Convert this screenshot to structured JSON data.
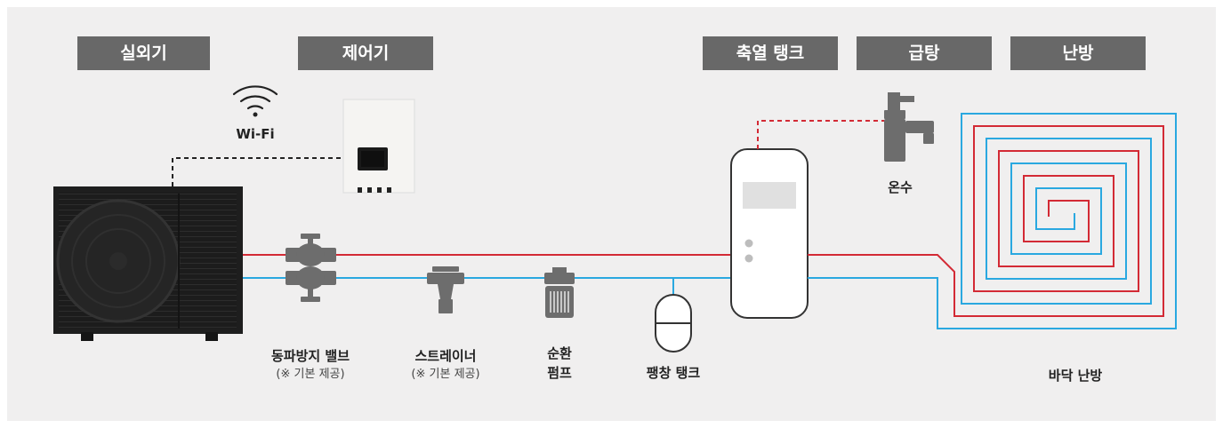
{
  "headers": {
    "outdoor": "실외기",
    "controller": "제어기",
    "storage_tank": "축열 탱크",
    "hot_water_supply": "급탕",
    "heating": "난방"
  },
  "labels": {
    "wifi": "Wi-Fi",
    "hot_water": "온수",
    "antifreeze_valve": "동파방지 밸브",
    "antifreeze_valve_note": "(※ 기본 제공)",
    "strainer": "스트레이너",
    "strainer_note": "(※ 기본 제공)",
    "pump_line1": "순환",
    "pump_line2": "펌프",
    "expansion_tank": "팽창 탱크",
    "floor_heating": "바닥 난방"
  },
  "colors": {
    "background": "#f0efef",
    "header_bg": "#686868",
    "hot_pipe": "#d32a35",
    "cold_pipe": "#2aa8e0",
    "equipment_gray": "#6d6d6d"
  }
}
